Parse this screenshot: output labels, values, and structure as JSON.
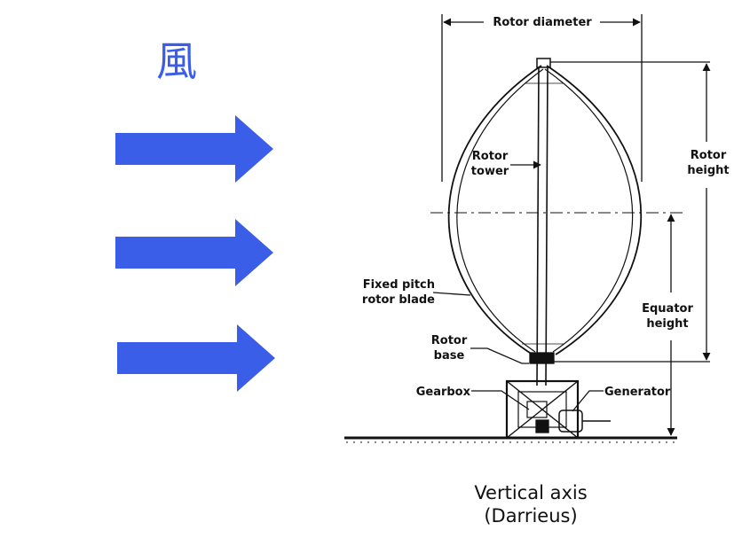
{
  "wind_label": "風",
  "colors": {
    "arrow": "#3b5ee8",
    "wind_text": "#3b5ee8",
    "ink": "#111111"
  },
  "arrow_count": 3,
  "labels": {
    "rotor_diameter": "Rotor diameter",
    "rotor_height_1": "Rotor",
    "rotor_height_2": "height",
    "rotor_tower_1": "Rotor",
    "rotor_tower_2": "tower",
    "fixed_pitch_1": "Fixed pitch",
    "fixed_pitch_2": "rotor blade",
    "equator_height_1": "Equator",
    "equator_height_2": "height",
    "rotor_base_1": "Rotor",
    "rotor_base_2": "base",
    "gearbox": "Gearbox",
    "generator": "Generator"
  },
  "caption": {
    "line1": "Vertical axis",
    "line2": "(Darrieus)"
  }
}
